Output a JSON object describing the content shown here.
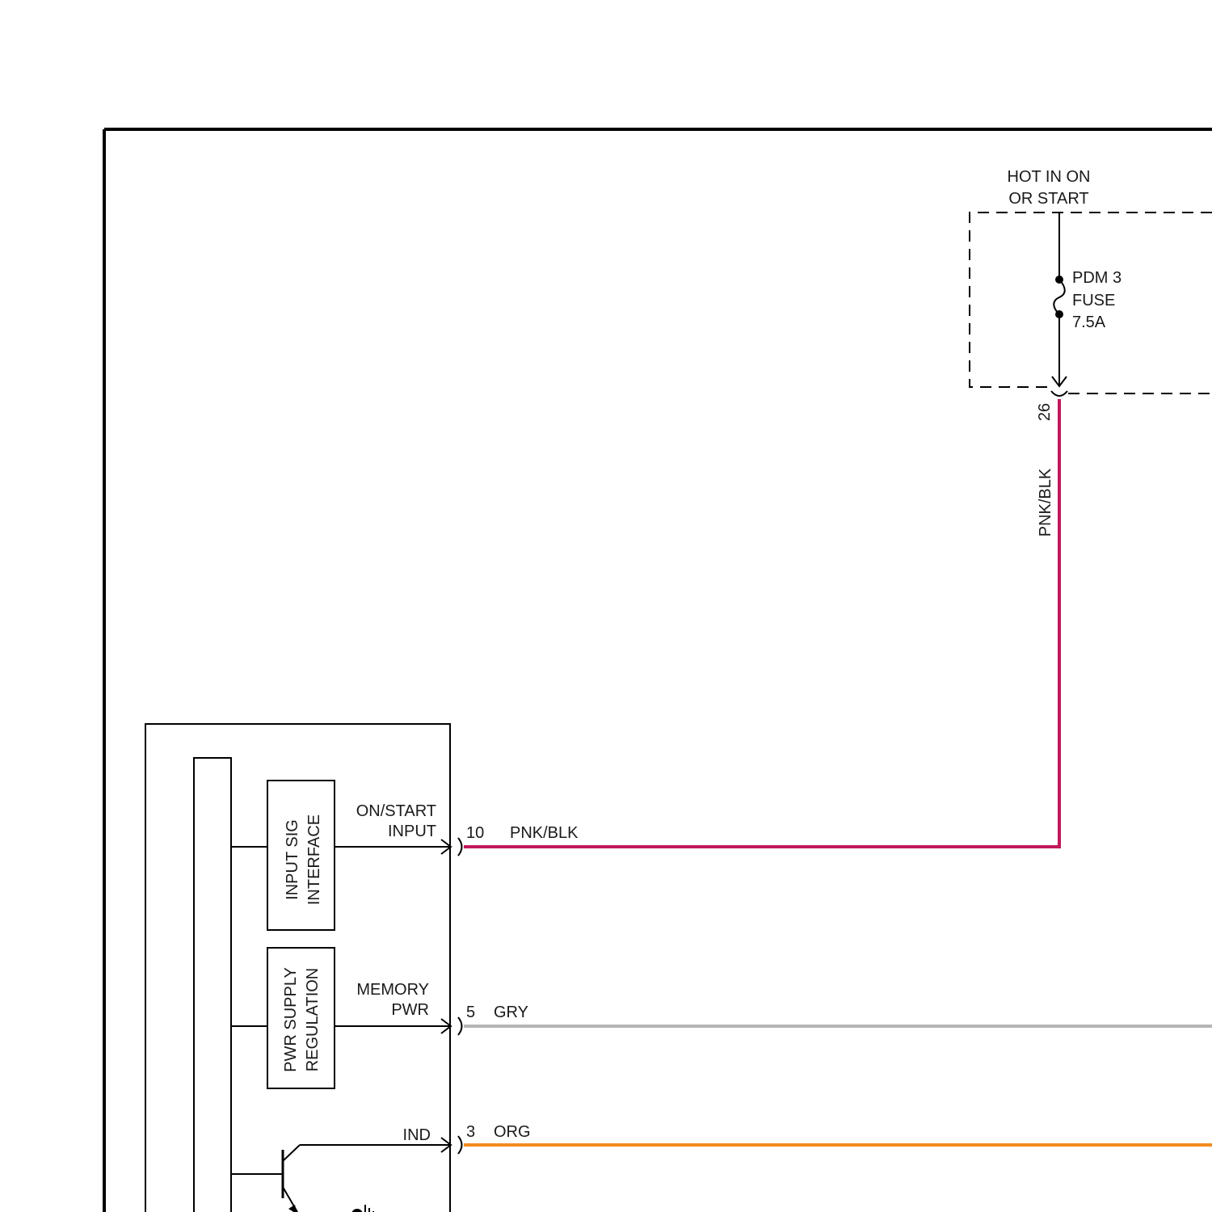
{
  "power_source": {
    "line1": "HOT IN ON",
    "line2": "OR START"
  },
  "fuse": {
    "line1": "PDM 3",
    "line2": "FUSE",
    "line3": "7.5A"
  },
  "pins": {
    "pdm_26": "26",
    "module_10": "10",
    "module_5": "5",
    "module_3": "3"
  },
  "wires": {
    "pnk_blk_vertical": {
      "label": "PNK/BLK",
      "color": "#c2185b"
    },
    "pnk_blk_horizontal": {
      "label": "PNK/BLK",
      "color": "#c2185b"
    },
    "gry": {
      "label": "GRY",
      "color": "#b5b5b5"
    },
    "org": {
      "label": "ORG",
      "color": "#f28a1e"
    }
  },
  "module": {
    "input_sig_interface": {
      "line1": "INPUT SIG",
      "line2": "INTERFACE"
    },
    "pwr_supply_regulation": {
      "line1": "PWR SUPPLY",
      "line2": "REGULATION"
    },
    "on_start_input": {
      "line1": "ON/START",
      "line2": "INPUT"
    },
    "memory_pwr": {
      "line1": "MEMORY",
      "line2": "PWR"
    },
    "ind": "IND"
  }
}
